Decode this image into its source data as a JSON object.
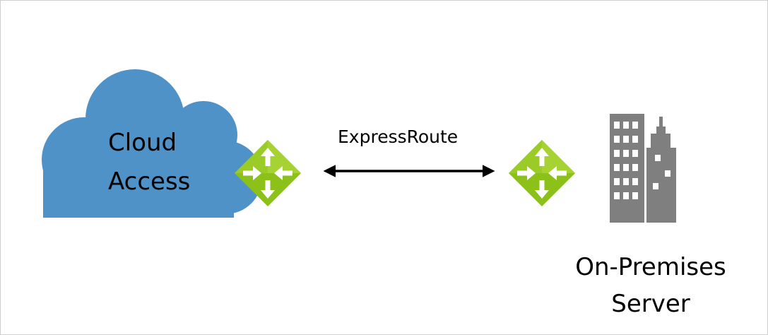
{
  "cloud": {
    "line1": "Cloud",
    "line2": "Access",
    "color": "#4f92c8"
  },
  "link": {
    "label": "ExpressRoute",
    "color": "#000000"
  },
  "on_premises": {
    "line1": "On-Premises",
    "line2": "Server",
    "building_color": "#7f7f7f"
  },
  "router": {
    "icon": "router-icon",
    "color_light": "#a2ce2e",
    "color_dark": "#7fb50f"
  }
}
